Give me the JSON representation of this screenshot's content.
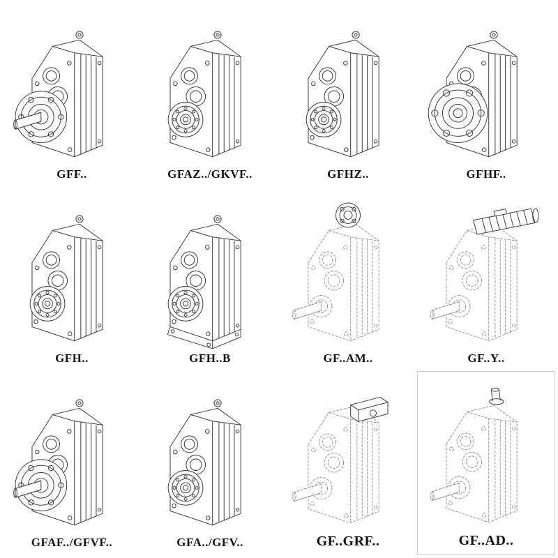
{
  "page": {
    "background": "#ffffff"
  },
  "colors": {
    "line_solid": "#3f3f3f",
    "line_dashed": "#8f8f8f",
    "label_text": "#111111",
    "frame": "#cccccc"
  },
  "catalog": {
    "items": [
      {
        "label": "GFF..",
        "drawing": "gearbox-flange-solid-shaft",
        "line_style": "solid"
      },
      {
        "label": "GFAZ../GKVF..",
        "drawing": "gearbox-hollow-shaft",
        "line_style": "solid"
      },
      {
        "label": "GFHZ..",
        "drawing": "gearbox-hollow-shaft",
        "line_style": "solid"
      },
      {
        "label": "GFHF..",
        "drawing": "gearbox-front-flange",
        "line_style": "solid"
      },
      {
        "label": "GFH..",
        "drawing": "gearbox-hollow-shaft",
        "line_style": "solid"
      },
      {
        "label": "GFH..B",
        "drawing": "gearbox-hollow-shaft-foot-mounted",
        "line_style": "solid"
      },
      {
        "label": "GF..AM..",
        "drawing": "gearbox-with-motor-adapter-flange",
        "line_style": "dashed"
      },
      {
        "label": "GF..Y..",
        "drawing": "gearbox-with-mounted-motor",
        "line_style": "dashed"
      },
      {
        "label": "GFAF../GFVF..",
        "drawing": "gearbox-flange-solid-shaft",
        "line_style": "solid"
      },
      {
        "label": "GFA../GFV..",
        "drawing": "gearbox-hollow-shaft",
        "line_style": "solid"
      },
      {
        "label": "GF..GRF..",
        "drawing": "gearbox-with-input-adapter-box",
        "line_style": "dashed"
      },
      {
        "label": "GF..AD..",
        "drawing": "gearbox-with-input-shaft-adapter",
        "line_style": "dashed"
      }
    ]
  }
}
